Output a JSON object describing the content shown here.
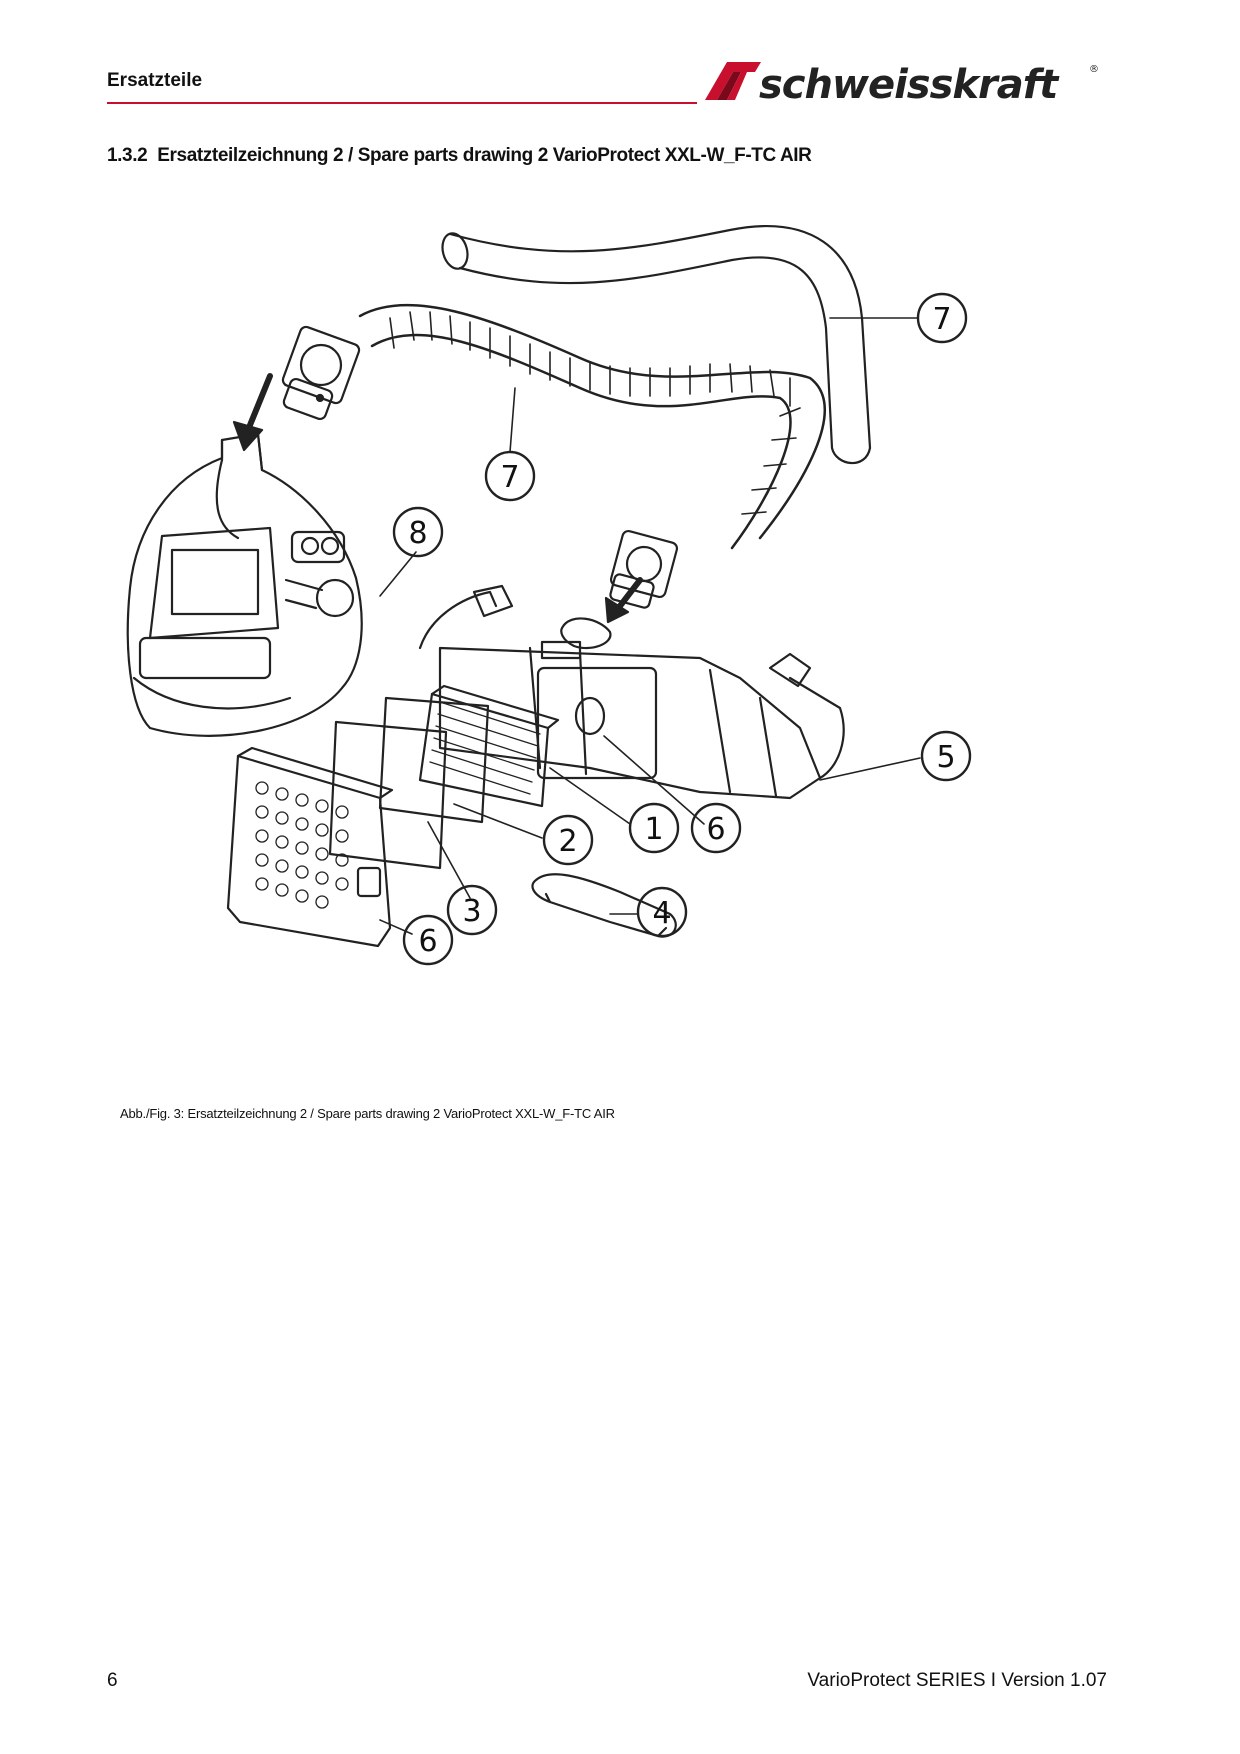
{
  "header": {
    "title": "Ersatzteile",
    "brand": "schweisskraft",
    "brand_color": "#c8102e"
  },
  "section": {
    "number": "1.3.2",
    "title": "Ersatzteilzeichnung 2 / Spare parts drawing 2 VarioProtect XXL-W_F-TC AIR"
  },
  "drawing": {
    "callouts": [
      {
        "id": "7"
      },
      {
        "id": "7"
      },
      {
        "id": "8"
      },
      {
        "id": "5"
      },
      {
        "id": "1"
      },
      {
        "id": "6"
      },
      {
        "id": "2"
      },
      {
        "id": "3"
      },
      {
        "id": "4"
      },
      {
        "id": "6"
      }
    ]
  },
  "figure": {
    "caption": "Abb./Fig. 3: Ersatzteilzeichnung 2 / Spare parts drawing 2 VarioProtect XXL-W_F-TC AIR"
  },
  "footer": {
    "page_number": "6",
    "version": "VarioProtect SERIES I Version 1.07"
  }
}
